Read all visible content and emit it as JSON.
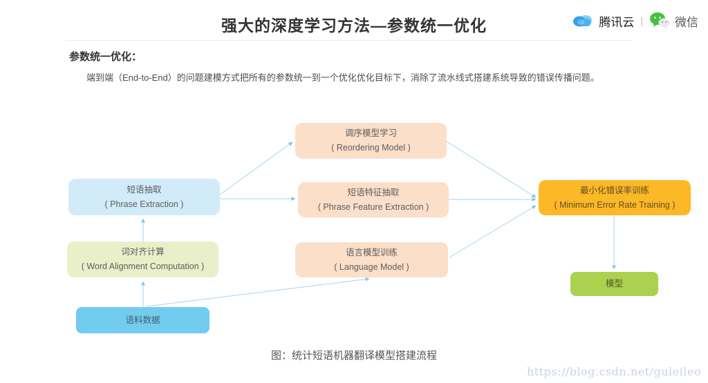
{
  "header": {
    "title": "强大的深度学习方法—参数统一优化",
    "brand": {
      "tencent_cloud_label": "腾讯云",
      "separator": "|",
      "wechat_label": "微信",
      "cloud_color": "#35a2e6",
      "cloud_color_light": "#7fd0f5",
      "wechat_green": "#45c13e",
      "wechat_gray": "#ebebeb"
    }
  },
  "section": {
    "heading": "参数统一优化：",
    "paragraph": "端到端（End-to-End）的问题建模方式把所有的参数统一到一个优化优化目标下，消除了流水线式搭建系统导致的错误传播问题。"
  },
  "diagram": {
    "caption": "图：统计短语机器翻译模型搭建流程",
    "arrow_color": "#9ed0ee",
    "boxes": {
      "phrase_extraction": {
        "zh": "短语抽取",
        "en": "( Phrase Extraction )",
        "color": "#d2ebf9"
      },
      "reordering": {
        "zh": "调序模型学习",
        "en": "( Reordering Model )",
        "color": "#fbdfc9"
      },
      "phrase_feature": {
        "zh": "短语特征抽取",
        "en": "( Phrase Feature Extraction )",
        "color": "#fbdfc9"
      },
      "language_model": {
        "zh": "语言模型训练",
        "en": "( Language Model )",
        "color": "#fbdfc9"
      },
      "word_alignment": {
        "zh": "词对齐计算",
        "en": "( Word Alignment Computation )",
        "color": "#e9f0c9"
      },
      "corpus": {
        "zh": "语料数据",
        "color": "#72ccef"
      },
      "mert": {
        "zh": "最小化错误率训练",
        "en": "( Minimum Error Rate Training )",
        "color": "#fcb826"
      },
      "model": {
        "zh": "模型",
        "color": "#abd14f"
      }
    },
    "edges": [
      {
        "from": "corpus",
        "to": "word_alignment"
      },
      {
        "from": "word_alignment",
        "to": "phrase_extraction"
      },
      {
        "from": "corpus",
        "to": "language_model"
      },
      {
        "from": "phrase_extraction",
        "to": "reordering"
      },
      {
        "from": "phrase_extraction",
        "to": "phrase_feature"
      },
      {
        "from": "reordering",
        "to": "mert"
      },
      {
        "from": "phrase_feature",
        "to": "mert"
      },
      {
        "from": "language_model",
        "to": "mert"
      },
      {
        "from": "mert",
        "to": "model"
      }
    ]
  },
  "watermark": {
    "text": "https://blog.csdn.net/guleileo",
    "color": "#c9d2ec"
  }
}
